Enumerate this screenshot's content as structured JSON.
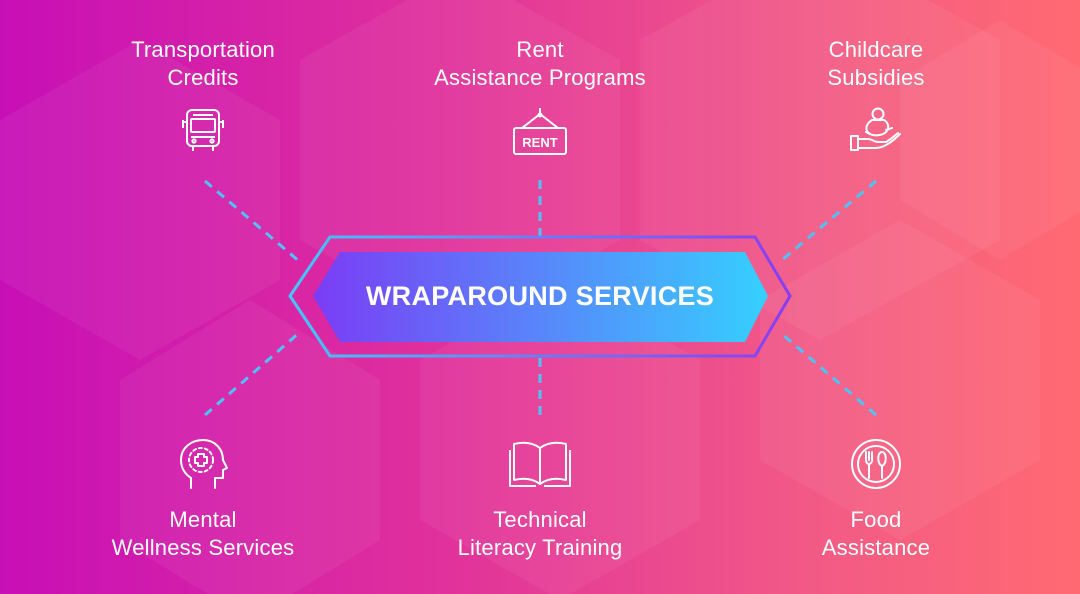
{
  "center": {
    "title": "WRAPAROUND SERVICES"
  },
  "services": {
    "transportation": {
      "line1": "Transportation",
      "line2": "Credits",
      "icon": "bus-icon"
    },
    "rent": {
      "line1": "Rent",
      "line2": "Assistance Programs",
      "icon": "rent-sign-icon",
      "sign_text": "RENT"
    },
    "childcare": {
      "line1": "Childcare",
      "line2": "Subsidies",
      "icon": "baby-hand-icon"
    },
    "mental": {
      "line1": "Mental",
      "line2": "Wellness Services",
      "icon": "head-cross-icon"
    },
    "technical": {
      "line1": "Technical",
      "line2": "Literacy Training",
      "icon": "open-book-icon"
    },
    "food": {
      "line1": "Food",
      "line2": "Assistance",
      "icon": "plate-cutlery-icon"
    }
  },
  "colors": {
    "gradient_left": "#c70fb6",
    "gradient_right": "#ff6a72",
    "connector": "#4fc3f7",
    "badge_left": "#7b3cf5",
    "badge_right": "#35d0ff",
    "text": "#ffffff"
  }
}
